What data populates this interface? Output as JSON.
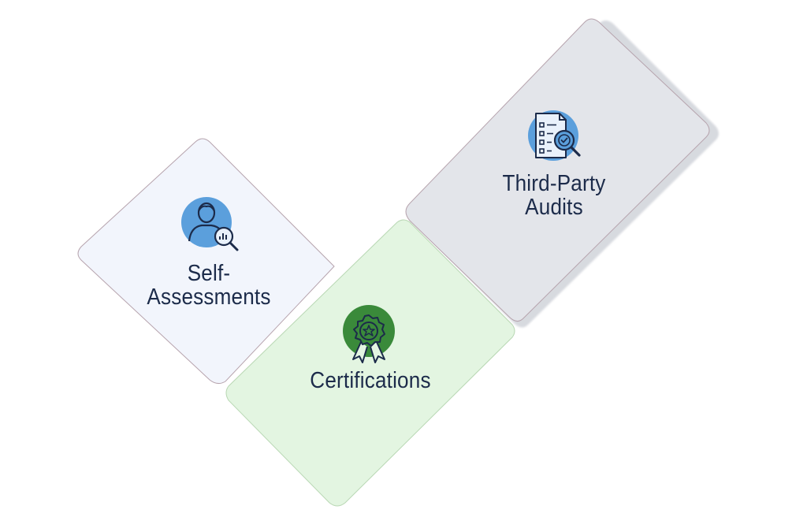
{
  "cards": [
    {
      "id": "self",
      "lines": [
        "Self-",
        "Assessments"
      ],
      "icon": "person-analytics-icon",
      "fill": "#f2f5fc"
    },
    {
      "id": "cert",
      "lines": [
        "Certifications"
      ],
      "icon": "award-badge-icon",
      "fill": "#e3f5e1"
    },
    {
      "id": "audit",
      "lines": [
        "Third-Party",
        "Audits"
      ],
      "icon": "audit-checklist-icon",
      "fill": "#e3e5ea"
    }
  ],
  "colors": {
    "text": "#1c2b4a",
    "icon_blue": "#5b9fdc",
    "icon_green": "#3a8a3a",
    "icon_line": "#1c2b4a"
  }
}
